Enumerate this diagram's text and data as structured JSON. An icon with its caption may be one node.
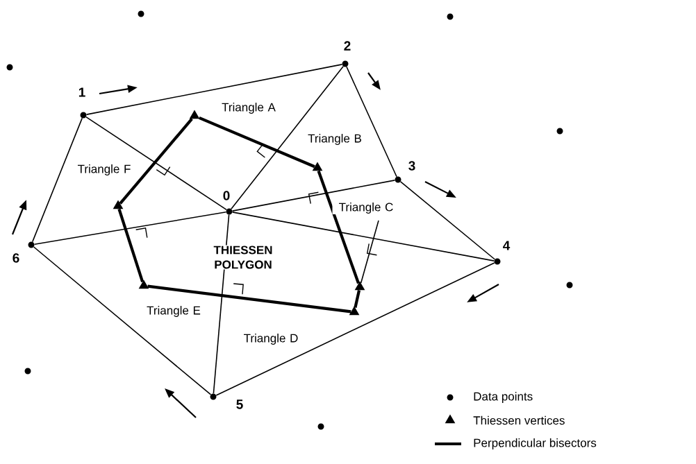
{
  "diagram": {
    "nodes": [
      {
        "text": [],
        "shape": "circle",
        "beside": [
          "0"
        ]
      },
      {
        "text": [],
        "shape": "circle",
        "beside": [
          "1"
        ]
      },
      {
        "text": [],
        "shape": "circle",
        "beside": [
          "2"
        ]
      },
      {
        "text": [],
        "shape": "circle",
        "beside": [
          "3"
        ]
      },
      {
        "text": [],
        "shape": "circle",
        "beside": [
          "4"
        ]
      },
      {
        "text": [],
        "shape": "circle",
        "beside": [
          "5"
        ]
      },
      {
        "text": [],
        "shape": "circle",
        "beside": [
          "6"
        ]
      },
      {
        "text": [],
        "shape": "circle"
      },
      {
        "text": [],
        "shape": "circle"
      },
      {
        "text": [],
        "shape": "circle"
      },
      {
        "text": [],
        "shape": "circle"
      },
      {
        "text": [],
        "shape": "circle"
      },
      {
        "text": [],
        "shape": "circle"
      },
      {
        "text": [],
        "shape": "circle"
      },
      {
        "text": [],
        "shape": "triangle"
      },
      {
        "text": [],
        "shape": "triangle"
      },
      {
        "text": [],
        "shape": "triangle"
      },
      {
        "text": [],
        "shape": "triangle"
      },
      {
        "text": [],
        "shape": "triangle"
      },
      {
        "text": [],
        "shape": "triangle"
      }
    ],
    "edges": [
      {
        "from": 1,
        "to": 2,
        "arrow": "none"
      },
      {
        "from": 2,
        "to": 3,
        "arrow": "none"
      },
      {
        "from": 3,
        "to": 4,
        "arrow": "none"
      },
      {
        "from": 4,
        "to": 5,
        "arrow": "none"
      },
      {
        "from": 5,
        "to": 6,
        "arrow": "none"
      },
      {
        "from": 6,
        "to": 1,
        "arrow": "none"
      },
      {
        "from": 0,
        "to": 1,
        "arrow": "none"
      },
      {
        "from": 0,
        "to": 2,
        "arrow": "none"
      },
      {
        "from": 0,
        "to": 3,
        "arrow": "none"
      },
      {
        "from": 0,
        "to": 4,
        "arrow": "none"
      },
      {
        "from": 0,
        "to": 5,
        "arrow": "none"
      },
      {
        "from": 0,
        "to": 6,
        "arrow": "none"
      },
      {
        "from": 14,
        "to": 15,
        "arrow": "none",
        "style": "thick"
      },
      {
        "from": 15,
        "to": 16,
        "arrow": "none",
        "style": "thick"
      },
      {
        "from": 16,
        "to": 17,
        "arrow": "none",
        "style": "thick"
      },
      {
        "from": 17,
        "to": 18,
        "arrow": "none",
        "style": "thick"
      },
      {
        "from": 18,
        "to": 19,
        "arrow": "none",
        "style": "thick"
      },
      {
        "from": 19,
        "to": 14,
        "arrow": "none",
        "style": "thick"
      },
      {
        "from": 16,
        "to": null,
        "arrow": "none"
      }
    ],
    "labels": [
      "Triangle A",
      "Triangle B",
      "Triangle F",
      "Triangle C",
      "THIESSEN POLYGON",
      "Triangle E",
      "Triangle D"
    ],
    "legend": [
      {
        "text": "Data points"
      },
      {
        "text": "Thiessen vertices"
      },
      {
        "text": "Perpendicular bisectors"
      }
    ]
  }
}
